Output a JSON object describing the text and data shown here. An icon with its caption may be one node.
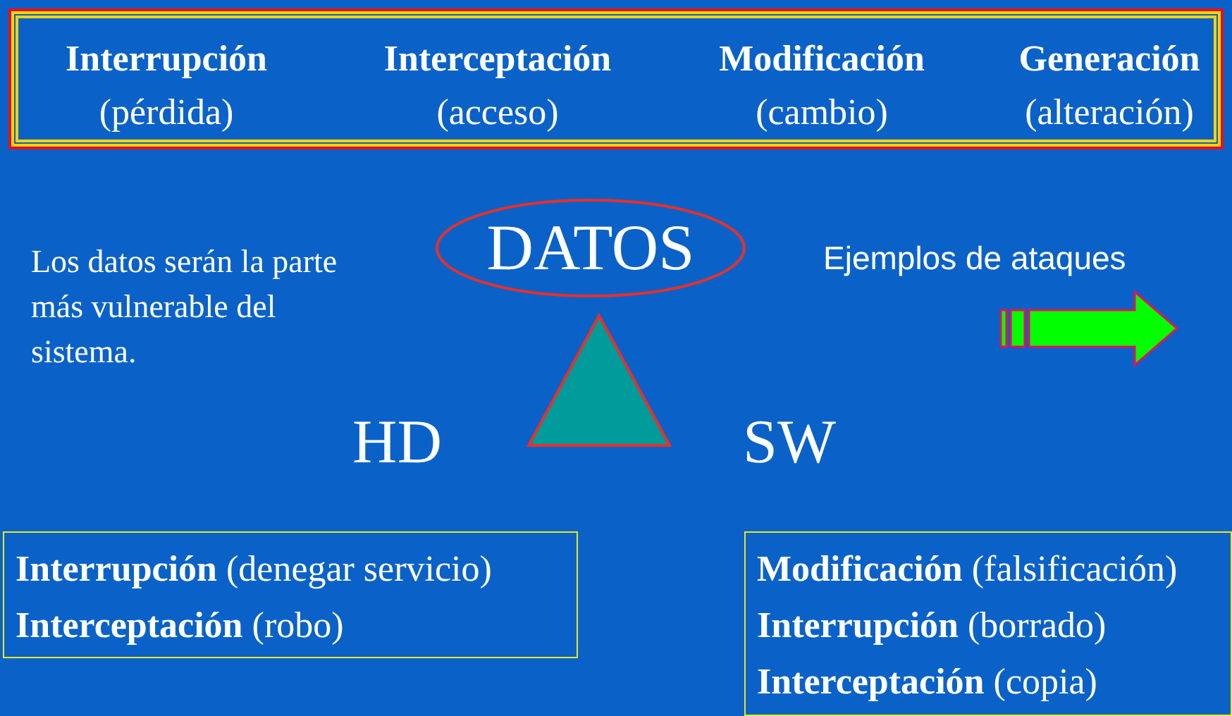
{
  "diagram": {
    "nodes": [
      {
        "text": [],
        "shape": "box"
      },
      {
        "text": [
          "Interrupción",
          "(pérdida)"
        ],
        "in": 0
      },
      {
        "text": [
          "Interceptación",
          "(acceso)"
        ],
        "in": 0
      },
      {
        "text": [
          "Modificación",
          "(cambio)"
        ],
        "in": 0
      },
      {
        "text": [
          "Generación",
          "(alteración)"
        ],
        "in": 0
      },
      {
        "text": [
          "DATOS"
        ]
      },
      {
        "text": [],
        "shape": "triangle"
      },
      {
        "text": [
          "**Interrupción** (denegar servicio)",
          "**Interceptación** (robo)"
        ]
      },
      {
        "text": [
          "**Modificación** (falsificación)",
          "**Interrupción** (borrado)",
          "**Interceptación** (copia)"
        ]
      }
    ],
    "labels": [
      "Los datos serán la parte más vulnerable del sistema.",
      "Ejemplos de ataques",
      "HD",
      "SW"
    ]
  }
}
